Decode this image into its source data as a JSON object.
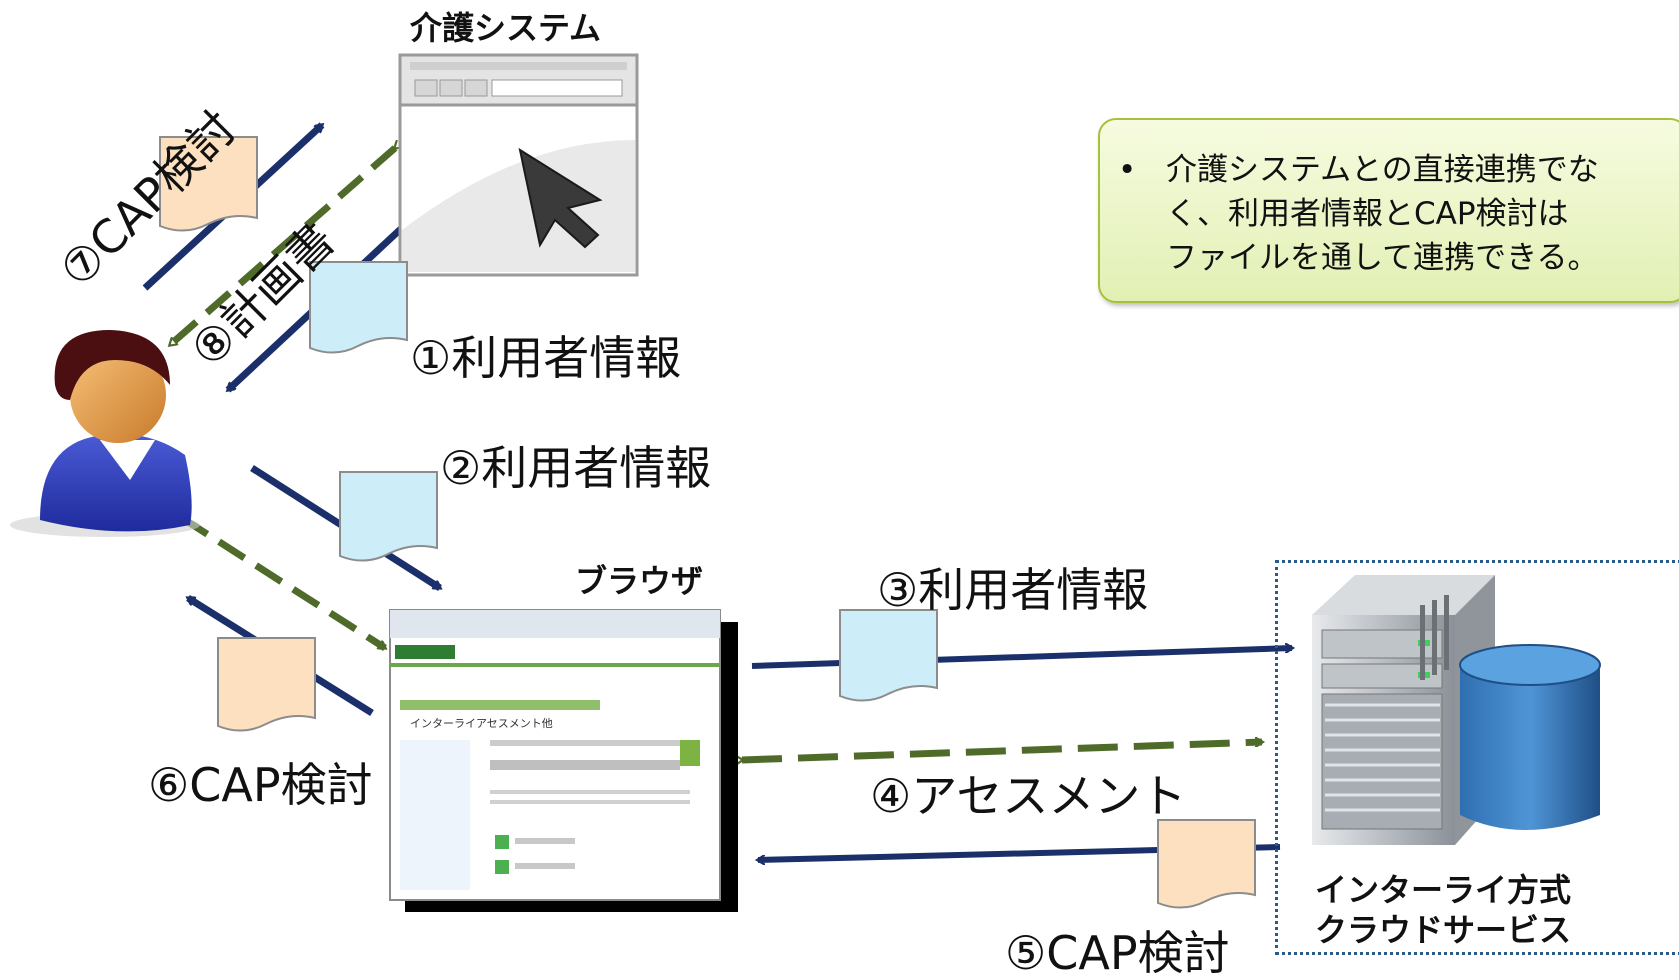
{
  "labels": {
    "care_system": "介護システム",
    "browser": "ブラウザ",
    "cloud_service": "インターライ方式\nクラウドサービス",
    "step1": "①利用者情報",
    "step2": "②利用者情報",
    "step3": "③利用者情報",
    "step4": "④アセスメント",
    "step5": "⑤CAP検討",
    "step6": "⑥CAP検討",
    "step7": "⑦CAP検討",
    "step8": "⑧計画書"
  },
  "note": {
    "bullet": "•",
    "text": "介護システムとの直接連携でな\nく、利用者情報とCAP検討は\nファイルを通して連携できる。"
  },
  "browser_screenshot": {
    "heading": "インターライアセスメント他"
  },
  "colors": {
    "solid_arrow": "#1b2f6b",
    "dashed_arrow": "#4e6b2a",
    "doc_blue": "#cdeef9",
    "doc_orange": "#fde0c0",
    "note_border": "#a6c23a"
  }
}
